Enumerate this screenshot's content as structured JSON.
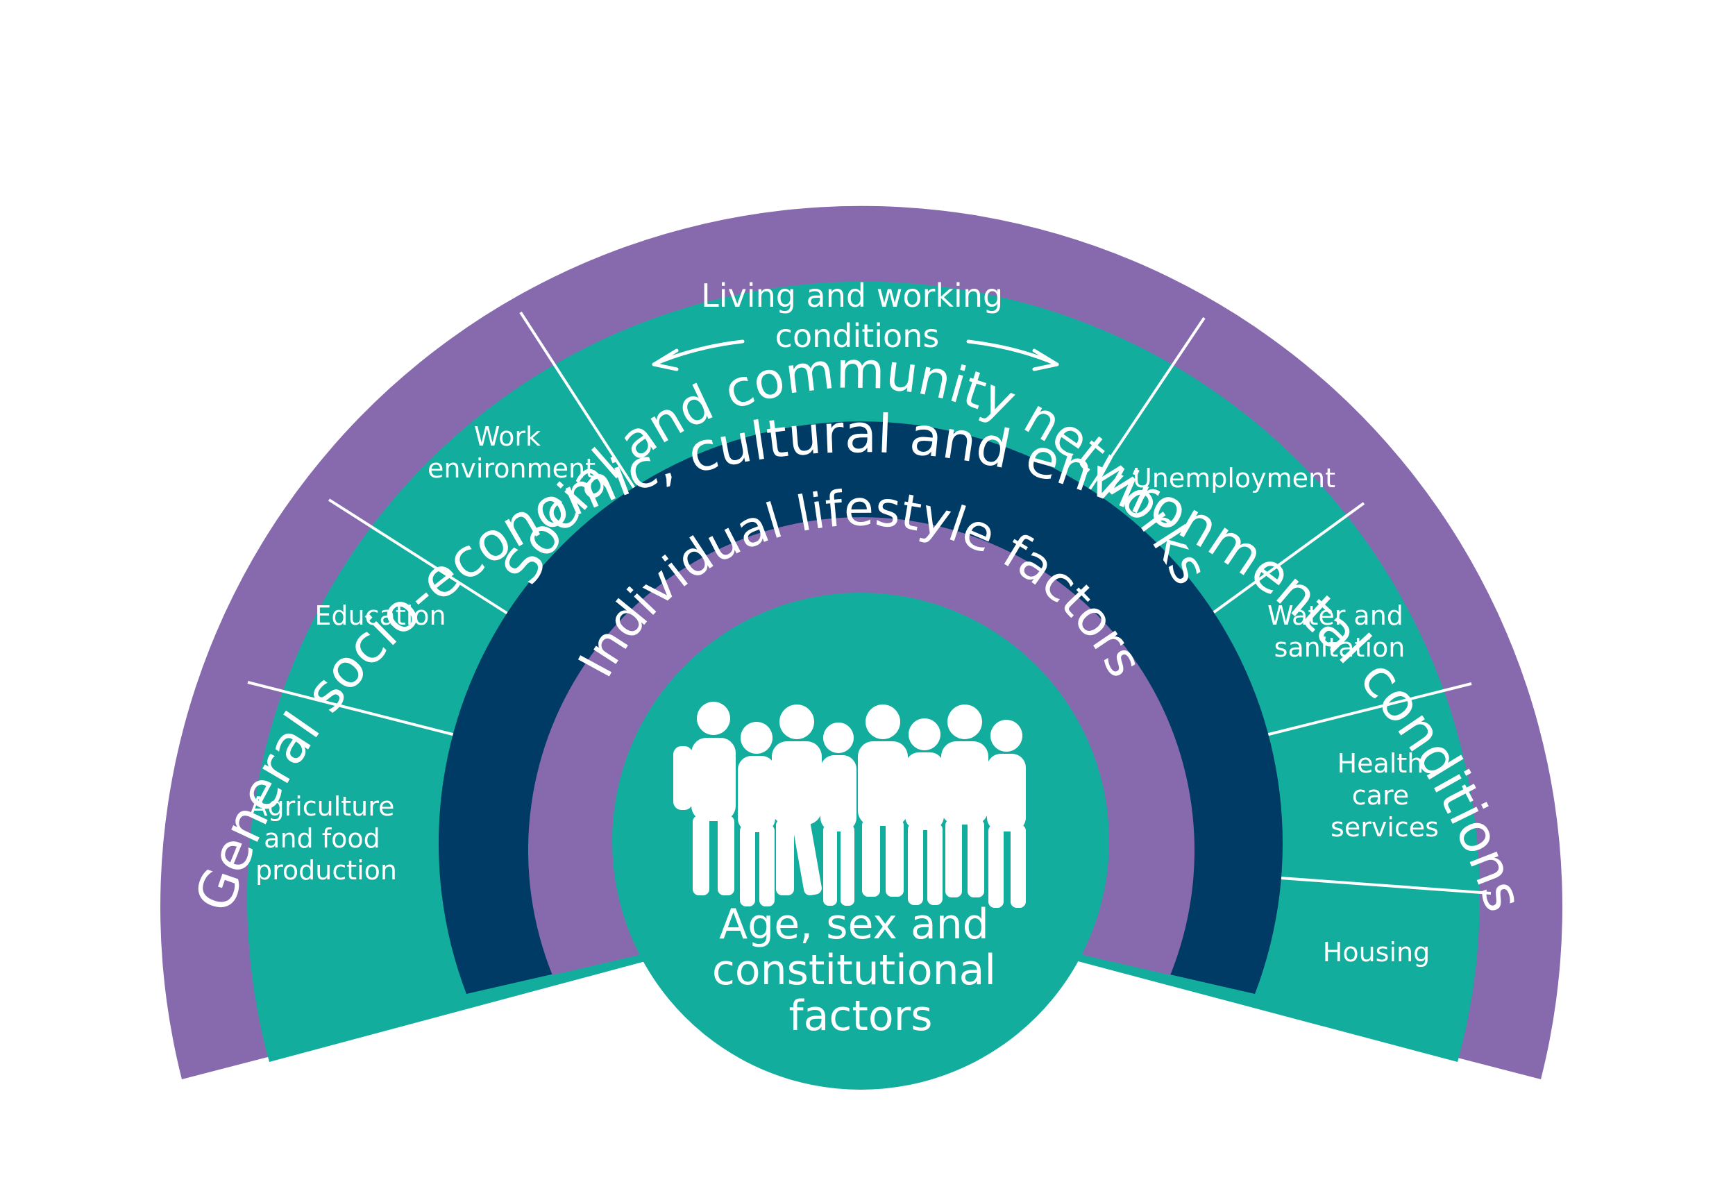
{
  "colors": {
    "purple": "#876AAE",
    "teal": "#13AD9E",
    "navy": "#003B65",
    "white": "#FFFFFF"
  },
  "rings": {
    "outer_label": "General socio-economic, cultural and environmental conditions",
    "middle_label": "Social and community networks",
    "inner_label": "Individual lifestyle factors"
  },
  "living_working": {
    "line1": "Living and working",
    "line2": "conditions"
  },
  "segments": {
    "agriculture": [
      "Agriculture",
      "and food",
      "production"
    ],
    "education": [
      "Education"
    ],
    "work_environment": [
      "Work",
      "environment"
    ],
    "unemployment": [
      "Unemployment"
    ],
    "water": [
      "Water and",
      "sanitation"
    ],
    "health": [
      "Health",
      "care",
      "services"
    ],
    "housing": [
      "Housing"
    ]
  },
  "core": {
    "line1": "Age, sex and",
    "line2": "constitutional",
    "line3": "factors"
  },
  "icons": {
    "people": "group-of-people-silhouette-icon",
    "arrows": "double-headed-arrow-icon"
  }
}
